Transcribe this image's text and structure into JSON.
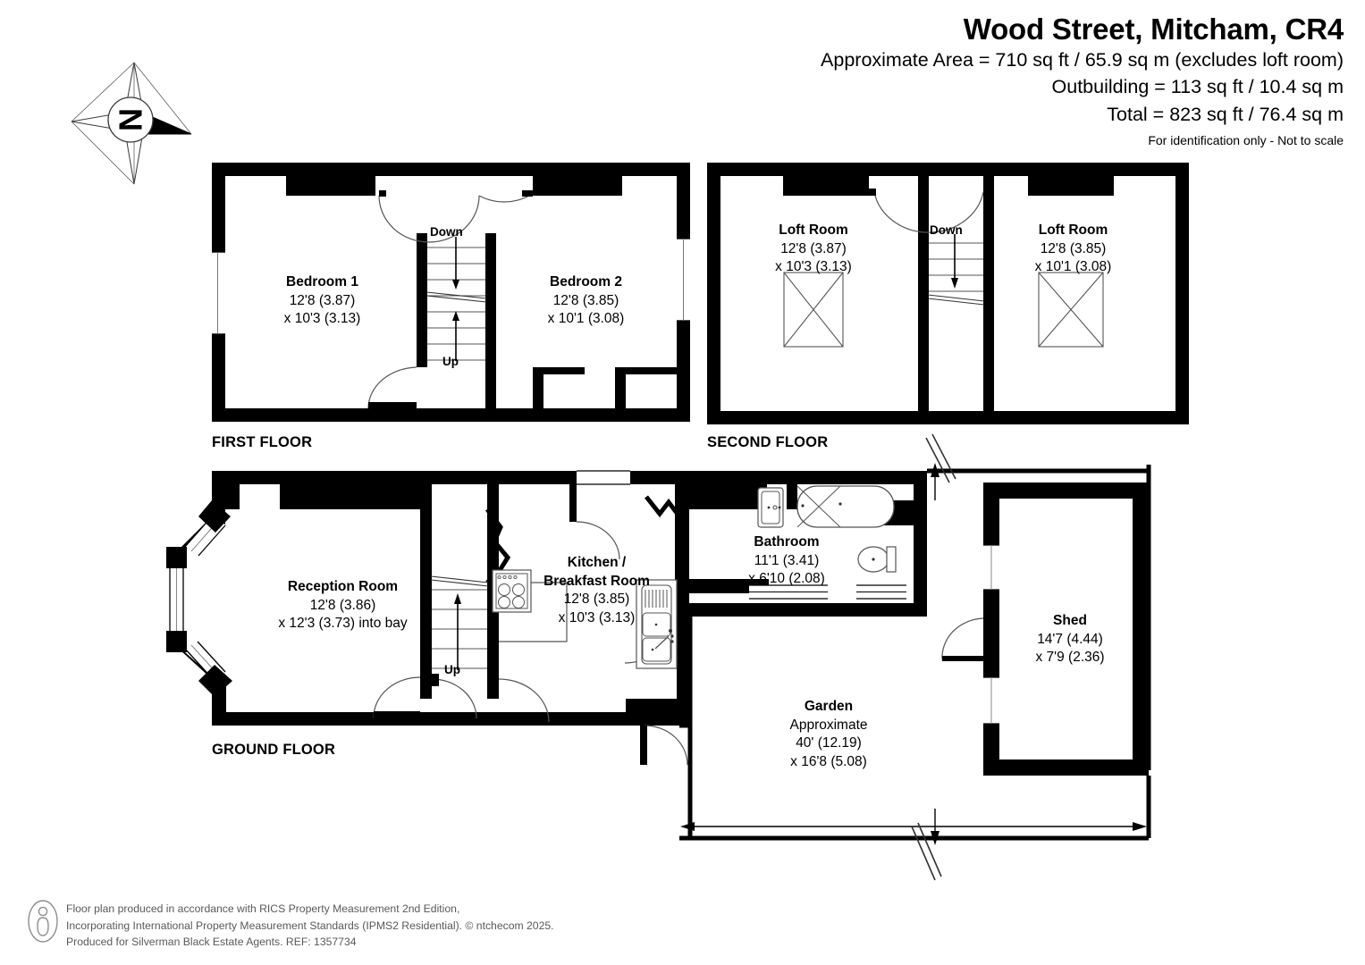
{
  "header": {
    "title": "Wood Street, Mitcham, CR4",
    "area_lines": [
      "Approximate Area = 710 sq ft / 65.9 sq m (excludes loft room)",
      "Outbuilding = 113 sq ft / 10.4 sq m",
      "Total = 823 sq ft / 76.4 sq m"
    ],
    "disclaimer": "For identification only - Not to scale"
  },
  "compass": {
    "letter": "N",
    "icon": "compass-north-icon"
  },
  "floors": [
    {
      "id": "first",
      "label": "FIRST FLOOR"
    },
    {
      "id": "second",
      "label": "SECOND FLOOR"
    },
    {
      "id": "ground",
      "label": "GROUND FLOOR"
    }
  ],
  "rooms": [
    {
      "id": "bedroom-1",
      "floor": "first",
      "name": "Bedroom 1",
      "dim1": "12'8 (3.87)",
      "dim2": "x 10'3 (3.13)",
      "dim3": ""
    },
    {
      "id": "bedroom-2",
      "floor": "first",
      "name": "Bedroom 2",
      "dim1": "12'8 (3.85)",
      "dim2": "x 10'1 (3.08)",
      "dim3": ""
    },
    {
      "id": "loft-room-left",
      "floor": "second",
      "name": "Loft Room",
      "dim1": "12'8 (3.87)",
      "dim2": "x 10'3 (3.13)",
      "dim3": ""
    },
    {
      "id": "loft-room-right",
      "floor": "second",
      "name": "Loft Room",
      "dim1": "12'8 (3.85)",
      "dim2": "x 10'1 (3.08)",
      "dim3": ""
    },
    {
      "id": "reception-room",
      "floor": "ground",
      "name": "Reception Room",
      "dim1": "12'8 (3.86)",
      "dim2": "x 12'3 (3.73) into bay",
      "dim3": ""
    },
    {
      "id": "kitchen-breakfast-room",
      "floor": "ground",
      "name": "Kitchen /",
      "name2": "Breakfast Room",
      "dim1": "12'8 (3.85)",
      "dim2": "x 10'3 (3.13)",
      "dim3": ""
    },
    {
      "id": "bathroom",
      "floor": "ground",
      "name": "Bathroom",
      "dim1": "11'1 (3.41)",
      "dim2": "x 6'10 (2.08)",
      "dim3": ""
    },
    {
      "id": "garden",
      "floor": "ground",
      "name": "Garden",
      "dim1": "Approximate",
      "dim2": "40' (12.19)",
      "dim3": "x 16'8 (5.08)"
    },
    {
      "id": "shed",
      "floor": "ground",
      "name": "Shed",
      "dim1": "14'7 (4.44)",
      "dim2": "x 7'9 (2.36)",
      "dim3": ""
    }
  ],
  "stair_markers": [
    {
      "id": "first-down",
      "text": "Down"
    },
    {
      "id": "first-up",
      "text": "Up"
    },
    {
      "id": "second-down",
      "text": "Down"
    },
    {
      "id": "ground-up",
      "text": "Up"
    }
  ],
  "footer": {
    "line1": "Floor plan produced in accordance with RICS Property Measurement 2nd Edition,",
    "line2": "Incorporating International Property Measurement Standards (IPMS2 Residential).   © ntchecom 2025.",
    "line3": "Produced for Silverman Black Estate Agents.   REF: 1357734",
    "icon": "person-info-icon"
  },
  "colors": {
    "wall": "#000000",
    "background": "#ffffff",
    "fixture_line": "#4a4a4a",
    "footer_text": "#58595b"
  }
}
